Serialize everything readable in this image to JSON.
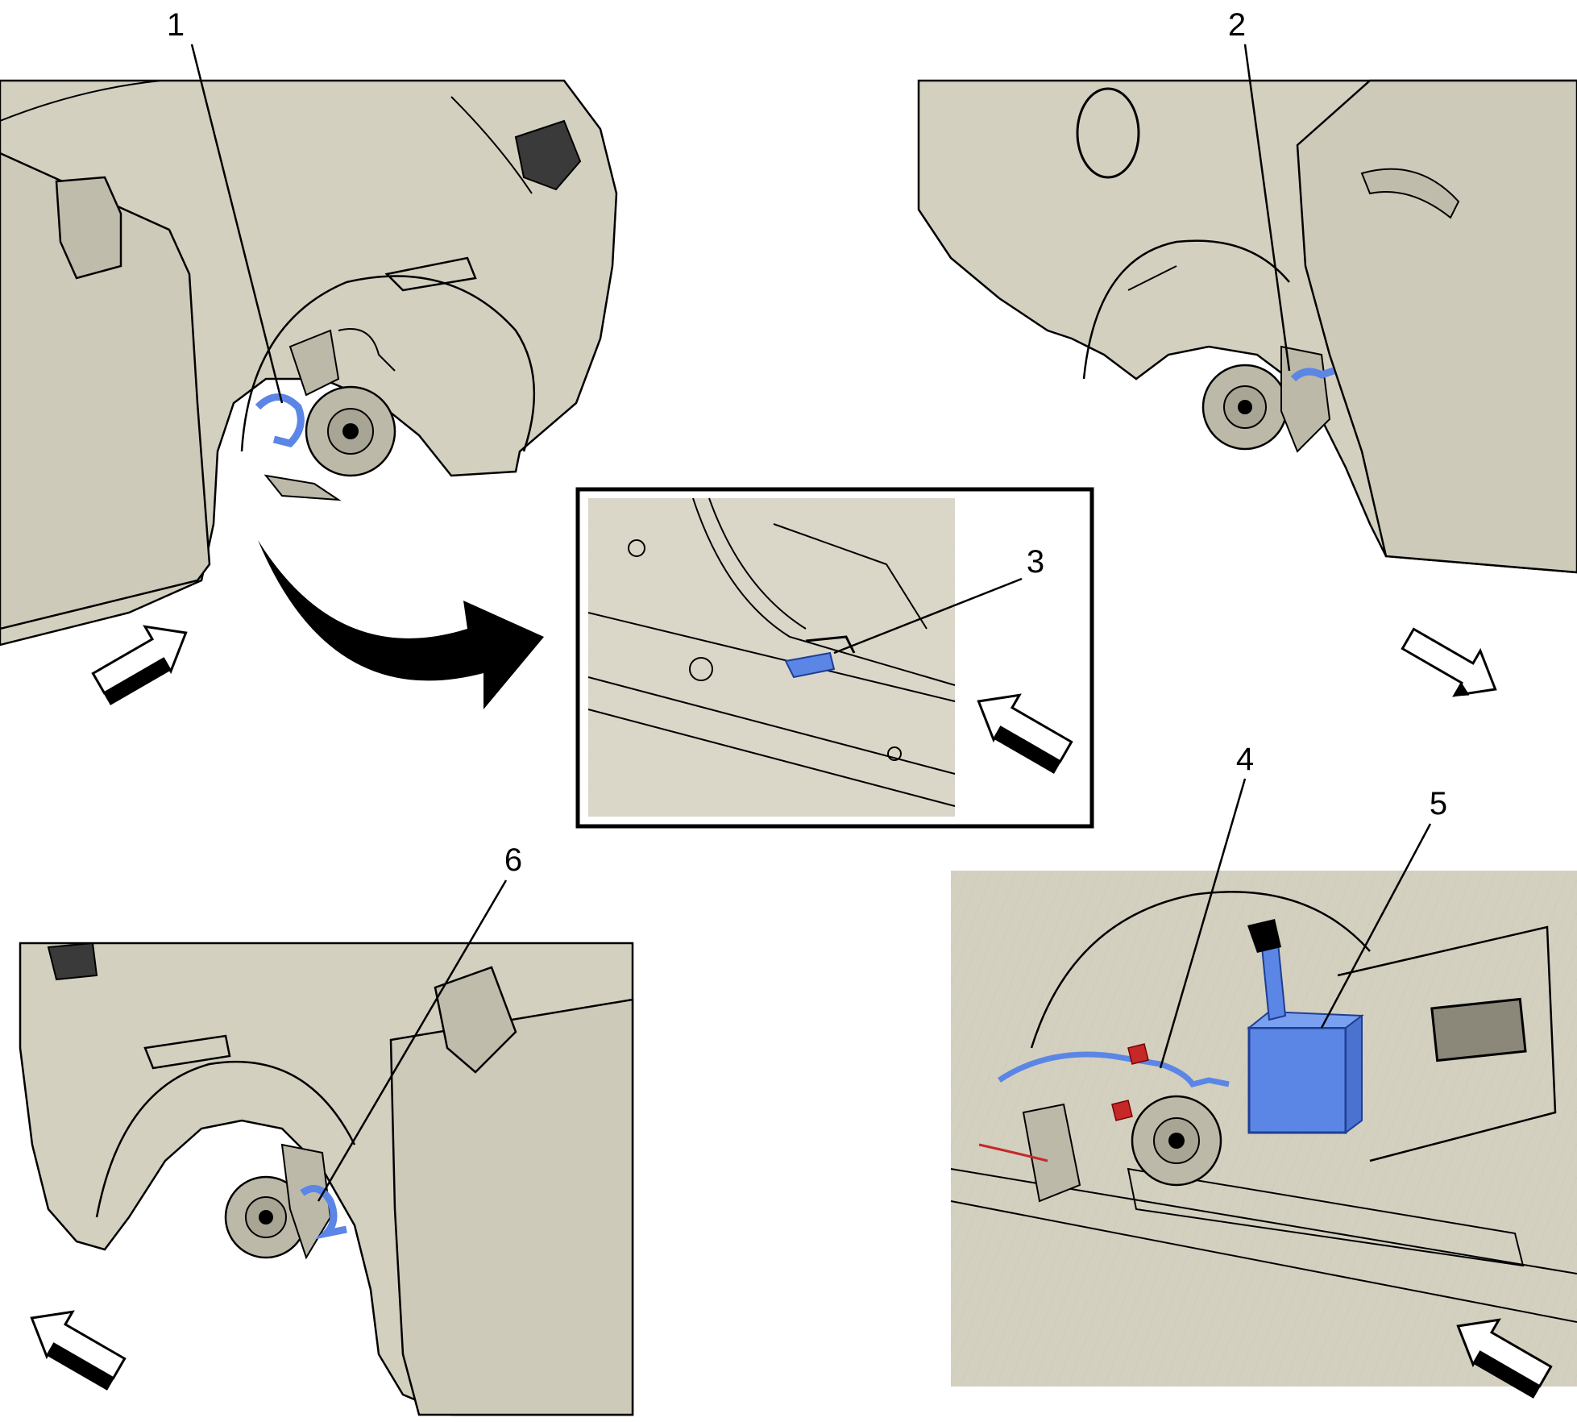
{
  "colors": {
    "body_panel": "#d3d0c0",
    "harness_blue": "#5b86e5",
    "connector_red": "#c62828",
    "outline": "#000000",
    "background": "#ffffff"
  },
  "callouts": [
    {
      "id": "1",
      "label": "1"
    },
    {
      "id": "2",
      "label": "2"
    },
    {
      "id": "3",
      "label": "3"
    },
    {
      "id": "4",
      "label": "4"
    },
    {
      "id": "5",
      "label": "5"
    },
    {
      "id": "6",
      "label": "6"
    }
  ],
  "views": [
    {
      "name": "left-front-wheel-view",
      "icon": "left-front-wheel-icon"
    },
    {
      "name": "right-rear-wheel-view",
      "icon": "right-rear-wheel-icon"
    },
    {
      "name": "underbody-inset-view",
      "icon": "underbody-inset-icon"
    },
    {
      "name": "right-front-wheel-view",
      "icon": "right-front-wheel-icon"
    },
    {
      "name": "rear-module-view",
      "icon": "rear-module-icon"
    }
  ],
  "direction_arrows": [
    "view-direction-arrow-icon",
    "transition-curved-arrow-icon"
  ]
}
